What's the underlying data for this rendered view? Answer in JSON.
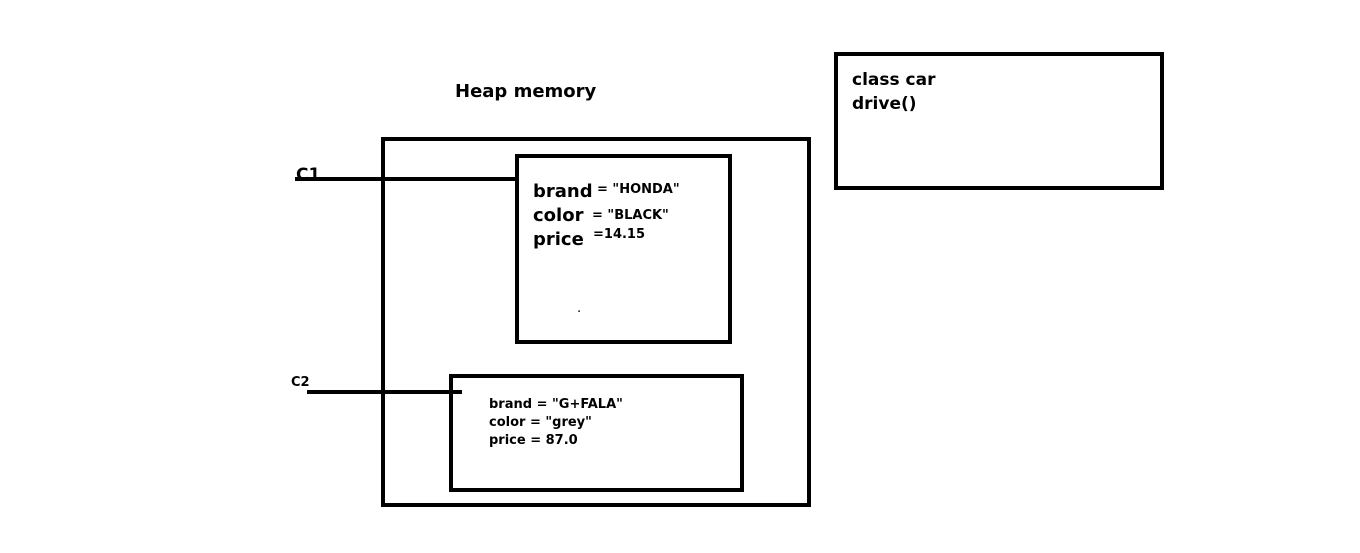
{
  "heap_title": "Heap memory",
  "class_box": {
    "line1": "class car",
    "line2": "drive()"
  },
  "references": {
    "c1": "C1",
    "c2": "C2"
  },
  "object1": {
    "field1_name": "brand",
    "field1_value": "= \"HONDA\"",
    "field2_name": "color",
    "field2_value": "= \"BLACK\"",
    "field3_name": "price",
    "field3_value": "=14.15",
    "dot": "."
  },
  "object2": {
    "line1": "brand = \"G+FALA\"",
    "line2": "color = \"grey\"",
    "line3": "price = 87.0"
  }
}
